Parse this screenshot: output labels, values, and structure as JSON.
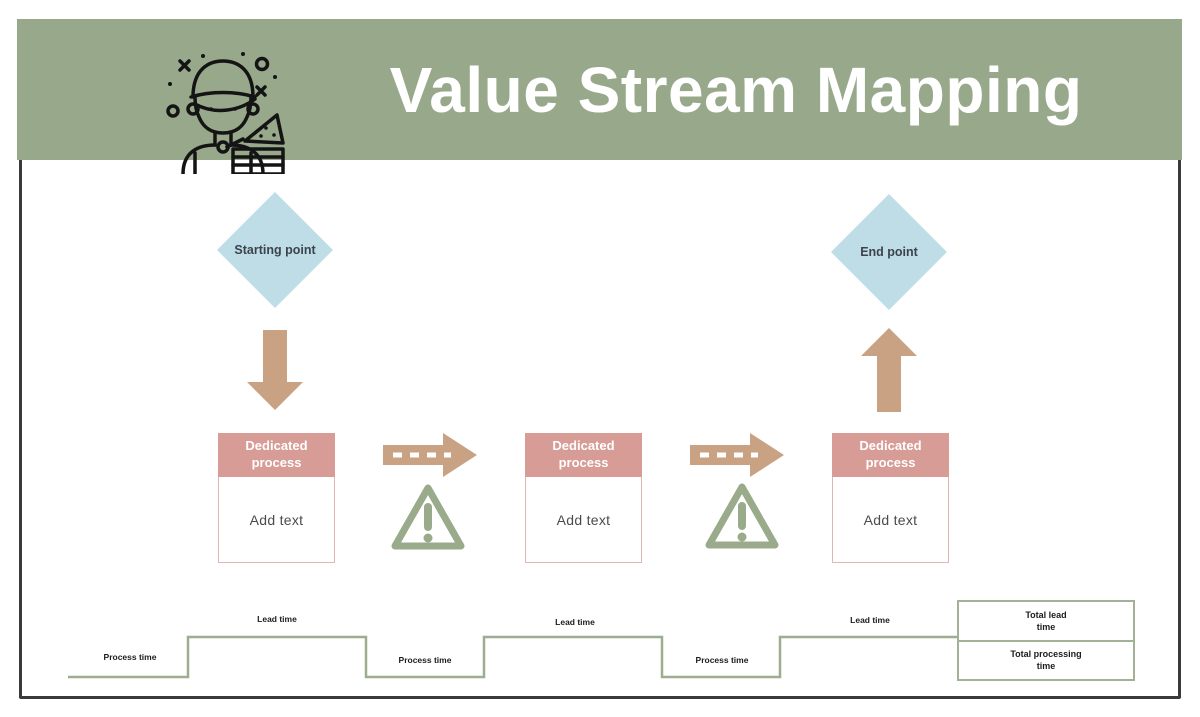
{
  "title": "Value Stream Mapping",
  "header": {
    "icon": "pizza-seller-icon"
  },
  "colors": {
    "header_bg": "#98a88b",
    "diamond_fill": "#bedde6",
    "diamond_text": "#3d434c",
    "arrow_tan": "#c9a284",
    "process_header": "#d69c95",
    "process_border": "#e0b7b1",
    "process_body_text": "#4b4b4b",
    "timeline_green": "#9dad8f",
    "frame_border": "#3a3a3a"
  },
  "flow": {
    "start": {
      "label": "Starting point"
    },
    "end": {
      "label": "End point"
    },
    "processes": [
      {
        "header": "Dedicated process",
        "body": "Add text"
      },
      {
        "header": "Dedicated process",
        "body": "Add text"
      },
      {
        "header": "Dedicated process",
        "body": "Add text"
      }
    ],
    "warning_icon": "warning-triangle-icon"
  },
  "timeline": {
    "process_label": "Process time",
    "lead_label": "Lead time",
    "totals": {
      "lead": "Total lead\ntime",
      "processing": "Total processing\ntime"
    }
  }
}
